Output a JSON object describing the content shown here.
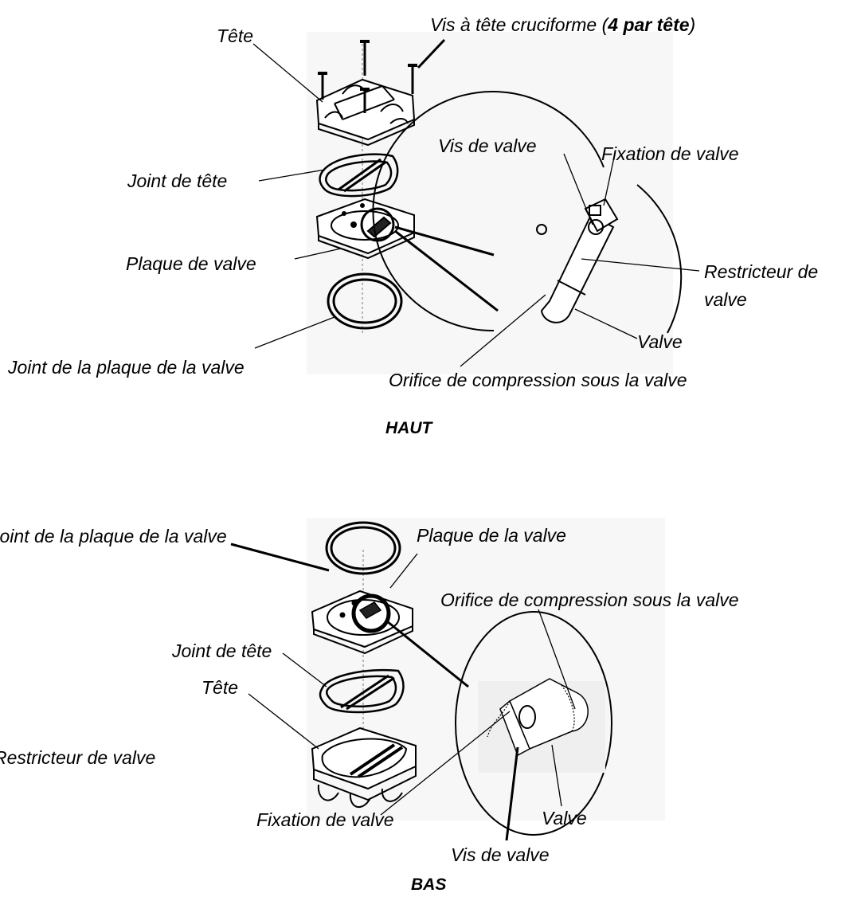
{
  "top": {
    "title": "HAUT",
    "labels": {
      "tete": "Tête",
      "vis_cruciforme_prefix": "Vis à tête cruciforme (",
      "vis_cruciforme_bold": "4 par tête",
      "vis_cruciforme_suffix": ")",
      "joint_de_tete": "Joint de tête",
      "plaque_de_valve": "Plaque de valve",
      "joint_plaque": "Joint de la plaque de la valve",
      "vis_de_valve": "Vis de valve",
      "fixation_de_valve": "Fixation de valve",
      "restricteur_line1": "Restricteur de",
      "restricteur_line2": "valve",
      "valve": "Valve",
      "orifice": "Orifice de compression sous la valve"
    }
  },
  "bottom": {
    "title": "BAS",
    "labels": {
      "joint_plaque": "Joint de la plaque de la valve",
      "plaque_de_la_valve": "Plaque de la valve",
      "orifice": "Orifice de compression sous la valve",
      "joint_de_tete": "Joint de tête",
      "tete": "Tête",
      "restricteur": "Restricteur de valve",
      "valve": "Valve",
      "fixation_de_valve": "Fixation de valve",
      "vis_de_valve": "Vis de valve"
    }
  }
}
